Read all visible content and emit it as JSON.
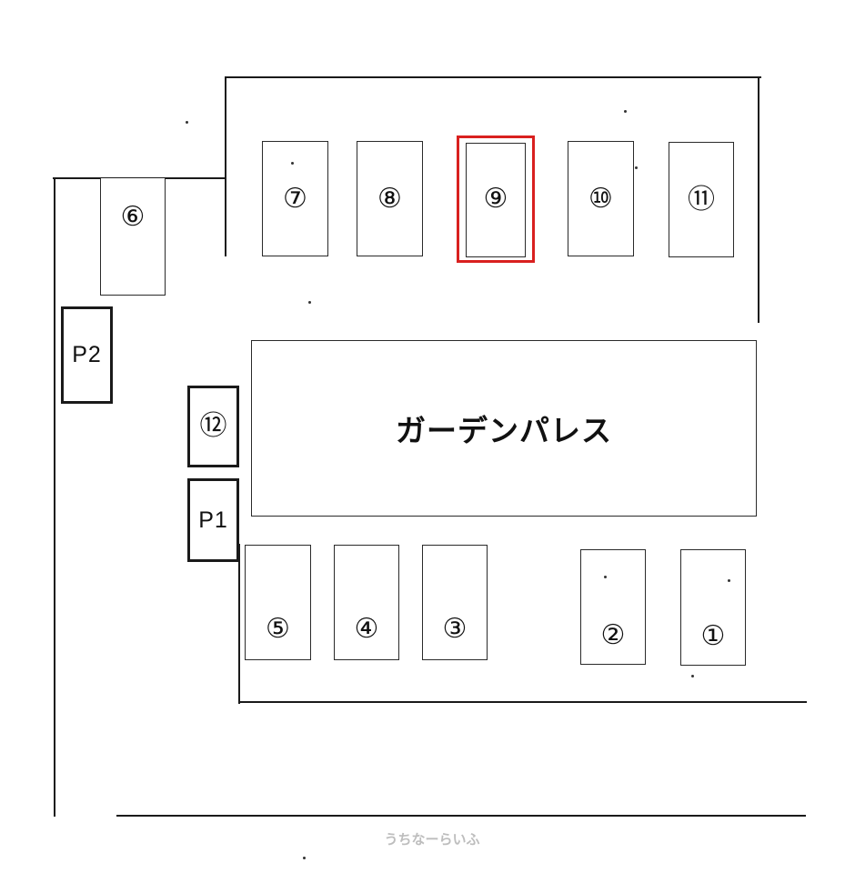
{
  "map": {
    "building": {
      "name": "ガーデンパレス"
    },
    "slots": [
      {
        "id": "slot-1",
        "label": "①",
        "style": "normal"
      },
      {
        "id": "slot-2",
        "label": "②",
        "style": "normal"
      },
      {
        "id": "slot-3",
        "label": "③",
        "style": "normal"
      },
      {
        "id": "slot-4",
        "label": "④",
        "style": "normal"
      },
      {
        "id": "slot-5",
        "label": "⑤",
        "style": "normal"
      },
      {
        "id": "slot-6",
        "label": "⑥",
        "style": "normal"
      },
      {
        "id": "slot-7",
        "label": "⑦",
        "style": "normal"
      },
      {
        "id": "slot-8",
        "label": "⑧",
        "style": "normal"
      },
      {
        "id": "slot-9",
        "label": "⑨",
        "style": "highlight"
      },
      {
        "id": "slot-10",
        "label": "⑩",
        "style": "normal"
      },
      {
        "id": "slot-11",
        "label": "⑪",
        "style": "normal"
      },
      {
        "id": "slot-12",
        "label": "⑫",
        "style": "bold"
      },
      {
        "id": "slot-p1",
        "label": "P1",
        "style": "bold"
      },
      {
        "id": "slot-p2",
        "label": "P2",
        "style": "bold"
      }
    ],
    "highlight_color": "#d9201f",
    "line_color": "#1a1a1a"
  },
  "watermark": {
    "text": "うちなーらいふ"
  }
}
